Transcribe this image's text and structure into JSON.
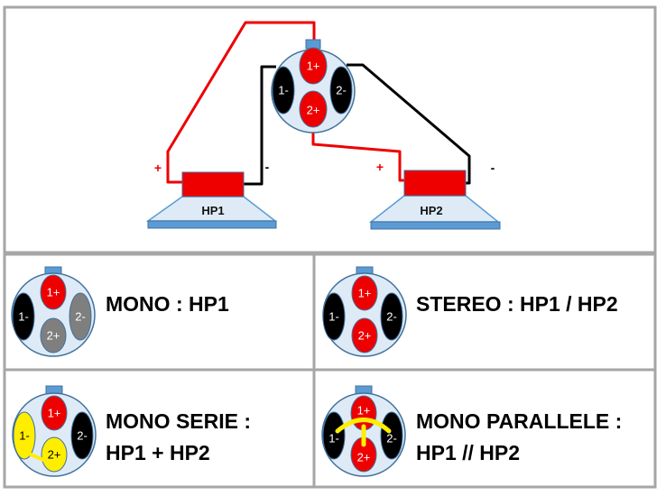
{
  "colors": {
    "red": "#ee0000",
    "black": "#000000",
    "grey": "#7f7f7f",
    "yellow": "#ffee00",
    "blue": "#5b9bd5",
    "light_blue": "#deebf7",
    "border": "#a6a6a6"
  },
  "wiring": {
    "connector": {
      "pin_1plus": "1+",
      "pin_1minus": "1-",
      "pin_2plus": "2+",
      "pin_2minus": "2-"
    },
    "hp1": {
      "label": "HP1",
      "plus": "+",
      "minus": "-"
    },
    "hp2": {
      "label": "HP2",
      "plus": "+",
      "minus": "-"
    }
  },
  "configs": [
    {
      "caption_line1": "MONO : HP1",
      "caption_line2": "",
      "pins": {
        "p1plus": "1+",
        "p1minus": "1-",
        "p2plus": "2+",
        "p2minus": "2-"
      }
    },
    {
      "caption_line1": "STEREO : HP1 / HP2",
      "caption_line2": "",
      "pins": {
        "p1plus": "1+",
        "p1minus": "1-",
        "p2plus": "2+",
        "p2minus": "2-"
      }
    },
    {
      "caption_line1": "MONO SERIE :",
      "caption_line2": "HP1 + HP2",
      "pins": {
        "p1plus": "1+",
        "p1minus": "1-",
        "p2plus": "2+",
        "p2minus": "2-"
      }
    },
    {
      "caption_line1": "MONO PARALLELE :",
      "caption_line2": "HP1 // HP2",
      "pins": {
        "p1plus": "1+",
        "p1minus": "1-",
        "p2plus": "2+",
        "p2minus": "2-"
      }
    }
  ]
}
